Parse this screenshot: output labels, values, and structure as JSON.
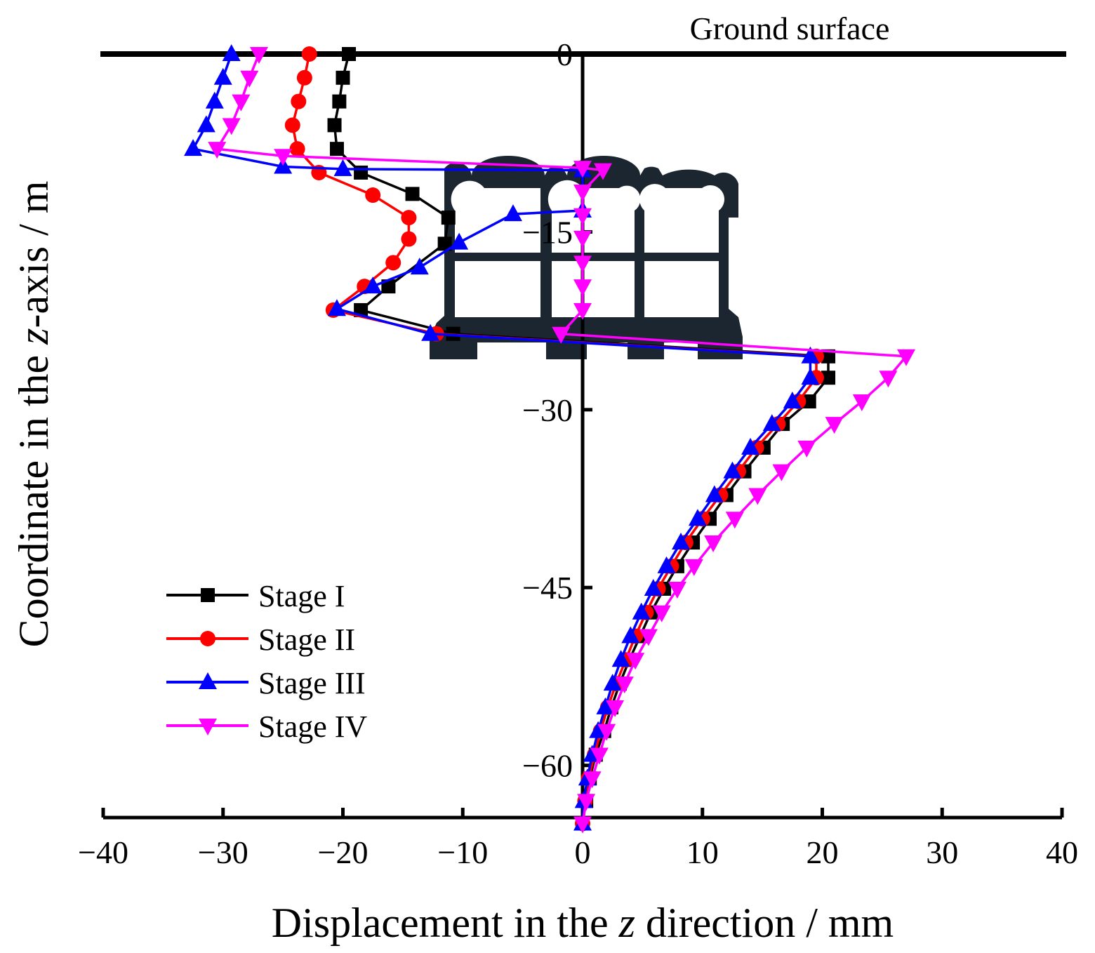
{
  "chart_data": {
    "type": "line",
    "title": "",
    "xlabel_parts": [
      "Displacement in the ",
      "z",
      " direction / mm"
    ],
    "ylabel_parts": [
      "Coordinate in the ",
      "z",
      "-axis / m"
    ],
    "xlim": [
      -40,
      40
    ],
    "ylim": [
      -66,
      0
    ],
    "x_ticks": [
      -40,
      -30,
      -20,
      -10,
      0,
      10,
      20,
      30,
      40
    ],
    "x_tick_labels": [
      "−40",
      "−30",
      "−20",
      "−10",
      "0",
      "10",
      "20",
      "30",
      "40"
    ],
    "y_ticks": [
      0,
      -15,
      -30,
      -45,
      -60
    ],
    "y_tick_labels": [
      "0",
      "−15",
      "−30",
      "−45",
      "−60"
    ],
    "annotation": "Ground surface",
    "legend_position": "lower-left",
    "grid": false,
    "series": [
      {
        "name": "Stage I",
        "color": "#000000",
        "marker": "square",
        "points": [
          [
            -19.5,
            0
          ],
          [
            -20,
            -2
          ],
          [
            -20.3,
            -4
          ],
          [
            -20.7,
            -6
          ],
          [
            -20.5,
            -8
          ],
          [
            -18.5,
            -10
          ],
          [
            -14.2,
            -11.8
          ],
          [
            -11.2,
            -13.8
          ],
          [
            -11.5,
            -16
          ],
          [
            -16.2,
            -19.6
          ],
          [
            -18.5,
            -21.6
          ],
          [
            -10.8,
            -23.6
          ],
          [
            20.5,
            -25.5
          ],
          [
            20.5,
            -27.3
          ],
          [
            18.9,
            -29.3
          ],
          [
            16.7,
            -31.2
          ],
          [
            15.1,
            -33.2
          ],
          [
            13.5,
            -35.2
          ],
          [
            12,
            -37.2
          ],
          [
            10.6,
            -39.2
          ],
          [
            9.2,
            -41.2
          ],
          [
            7.9,
            -43.2
          ],
          [
            6.8,
            -45.1
          ],
          [
            5.7,
            -47.1
          ],
          [
            4.8,
            -49.1
          ],
          [
            3.9,
            -51.1
          ],
          [
            3.1,
            -53.1
          ],
          [
            2.4,
            -55.1
          ],
          [
            1.8,
            -57.1
          ],
          [
            1.1,
            -59.1
          ],
          [
            0.6,
            -61.1
          ],
          [
            0.3,
            -63
          ],
          [
            0,
            -64.9
          ]
        ]
      },
      {
        "name": "Stage II",
        "color": "#ff0000",
        "marker": "circle",
        "points": [
          [
            -22.8,
            0
          ],
          [
            -23.2,
            -2
          ],
          [
            -23.7,
            -4
          ],
          [
            -24.2,
            -6
          ],
          [
            -23.8,
            -8
          ],
          [
            -22,
            -10
          ],
          [
            -17.5,
            -11.9
          ],
          [
            -14.5,
            -13.8
          ],
          [
            -14.5,
            -15.6
          ],
          [
            -15.8,
            -17.6
          ],
          [
            -18.2,
            -19.6
          ],
          [
            -20.8,
            -21.6
          ],
          [
            -12.2,
            -23.6
          ],
          [
            19.5,
            -25.5
          ],
          [
            19.5,
            -27.3
          ],
          [
            18,
            -29.3
          ],
          [
            16.3,
            -31.2
          ],
          [
            14.5,
            -33.2
          ],
          [
            13,
            -35.2
          ],
          [
            11.5,
            -37.2
          ],
          [
            10,
            -39.2
          ],
          [
            8.6,
            -41.2
          ],
          [
            7.4,
            -43.2
          ],
          [
            6.3,
            -45.1
          ],
          [
            5.3,
            -47.1
          ],
          [
            4.4,
            -49.1
          ],
          [
            3.6,
            -51.1
          ],
          [
            2.8,
            -53.1
          ],
          [
            2.1,
            -55.1
          ],
          [
            1.5,
            -57.1
          ],
          [
            1,
            -59.1
          ],
          [
            0.5,
            -61.1
          ],
          [
            0.2,
            -63
          ],
          [
            0,
            -64.9
          ]
        ]
      },
      {
        "name": "Stage III",
        "color": "#0000ff",
        "marker": "triangle-up",
        "points": [
          [
            -29.3,
            0
          ],
          [
            -30,
            -2
          ],
          [
            -30.7,
            -4
          ],
          [
            -31.4,
            -6
          ],
          [
            -32.5,
            -8
          ],
          [
            -25,
            -9.5
          ],
          [
            -20,
            -9.7
          ],
          [
            0,
            -9.8
          ],
          [
            0,
            -13.2
          ],
          [
            -5.8,
            -13.5
          ],
          [
            -10.3,
            -15.9
          ],
          [
            -13.6,
            -18
          ],
          [
            -17.5,
            -19.6
          ],
          [
            -20.5,
            -21.5
          ],
          [
            -12.7,
            -23.6
          ],
          [
            19,
            -25.5
          ],
          [
            19,
            -27.3
          ],
          [
            17.5,
            -29.3
          ],
          [
            15.8,
            -31.2
          ],
          [
            14,
            -33.2
          ],
          [
            12.5,
            -35.2
          ],
          [
            11,
            -37.2
          ],
          [
            9.6,
            -39.2
          ],
          [
            8.2,
            -41.2
          ],
          [
            7,
            -43.2
          ],
          [
            5.9,
            -45.1
          ],
          [
            4.9,
            -47.1
          ],
          [
            4,
            -49.1
          ],
          [
            3.2,
            -51.1
          ],
          [
            2.5,
            -53.1
          ],
          [
            1.9,
            -55.1
          ],
          [
            1.3,
            -57.1
          ],
          [
            0.8,
            -59.1
          ],
          [
            0.4,
            -61.1
          ],
          [
            0.1,
            -63
          ],
          [
            0,
            -64.9
          ]
        ]
      },
      {
        "name": "Stage IV",
        "color": "#ff00ff",
        "marker": "triangle-down",
        "points": [
          [
            -27,
            0
          ],
          [
            -27.8,
            -2
          ],
          [
            -28.5,
            -4
          ],
          [
            -29.3,
            -6
          ],
          [
            -30.5,
            -8
          ],
          [
            -25,
            -8.6
          ],
          [
            0,
            -9.6
          ],
          [
            1.7,
            -9.8
          ],
          [
            0,
            -11.6
          ],
          [
            0,
            -13.6
          ],
          [
            0,
            -15.5
          ],
          [
            0,
            -17.6
          ],
          [
            0,
            -19.6
          ],
          [
            0,
            -21.6
          ],
          [
            -1.8,
            -23.6
          ],
          [
            27,
            -25.5
          ],
          [
            25.5,
            -27.3
          ],
          [
            23.3,
            -29.3
          ],
          [
            21,
            -31.2
          ],
          [
            18.7,
            -33.2
          ],
          [
            16.6,
            -35.2
          ],
          [
            14.6,
            -37.2
          ],
          [
            12.7,
            -39.2
          ],
          [
            10.9,
            -41.2
          ],
          [
            9.3,
            -43.2
          ],
          [
            7.9,
            -45.1
          ],
          [
            6.6,
            -47.1
          ],
          [
            5.5,
            -49.1
          ],
          [
            4.4,
            -51.1
          ],
          [
            3.5,
            -53.1
          ],
          [
            2.7,
            -55.1
          ],
          [
            2,
            -57.1
          ],
          [
            1.4,
            -59.1
          ],
          [
            0.8,
            -61.1
          ],
          [
            0.3,
            -63
          ],
          [
            0,
            -64.9
          ]
        ]
      }
    ]
  }
}
